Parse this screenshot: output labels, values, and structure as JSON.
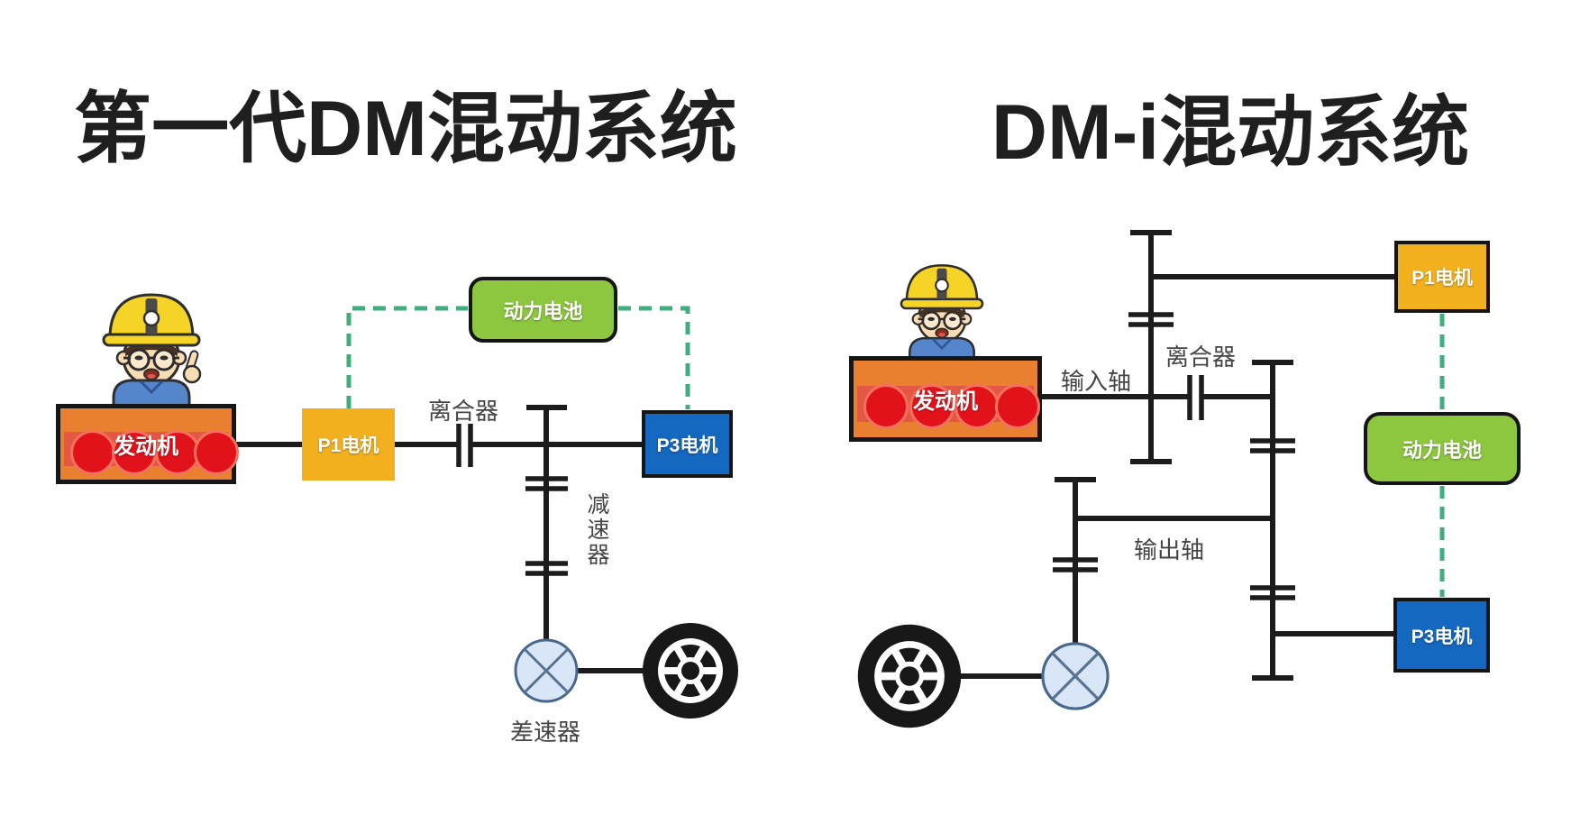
{
  "titles": {
    "left": "第一代DM混动系统",
    "right": "DM-i混动系统"
  },
  "left_diagram": {
    "engine_label": "发动机",
    "p1_label": "P1电机",
    "p3_label": "P3电机",
    "battery_label": "动力电池",
    "clutch_label": "离合器",
    "reducer_label": "减速器",
    "differential_label": "差速器"
  },
  "right_diagram": {
    "engine_label": "发动机",
    "p1_label": "P1电机",
    "p3_label": "P3电机",
    "battery_label": "动力电池",
    "clutch_label": "离合器",
    "input_shaft_label": "输入轴",
    "output_shaft_label": "输出轴"
  },
  "icons": {
    "engineer-character": "cartoon-worker-with-yellow-hardhat",
    "wheel-icon": "black-tire-with-white-spoked-rim",
    "differential-icon": "light-blue-circle-with-x",
    "clutch-icon": "parallel-plate-pair-on-shaft",
    "gear-icon": "parallel-bar-pair-on-shaft",
    "shaft-end-icon": "t-bar-shaft-end",
    "electric-link-icon": "green-dashed-line"
  },
  "colors": {
    "background": "#FFFFFF",
    "title_text": "#1F1F1F",
    "mechanical_line": "#1C1C1C",
    "electric_link": "#3FAE7C",
    "engine_fill": "#E8802F",
    "engine_band": "#E25048",
    "engine_cylinder": "#E2121B",
    "p1_fill": "#F2B01E",
    "p3_fill": "#1468C0",
    "battery_fill": "#8DC63F",
    "differential_fill": "#D9E6F8",
    "label_text": "#454545"
  }
}
